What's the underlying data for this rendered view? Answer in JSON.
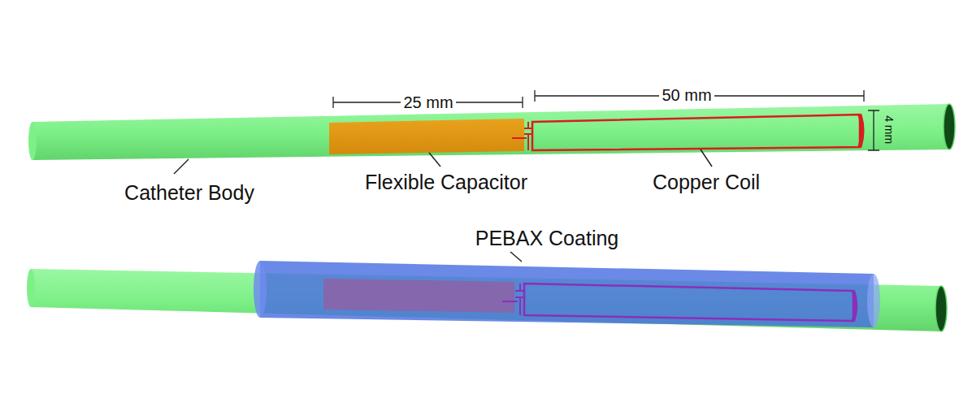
{
  "diagram": {
    "labels": [
      "25 mm",
      "50 mm",
      "4 mm",
      "Catheter Body",
      "Flexible Capacitor",
      "Copper Coil",
      "PEBAX Coating"
    ]
  }
}
